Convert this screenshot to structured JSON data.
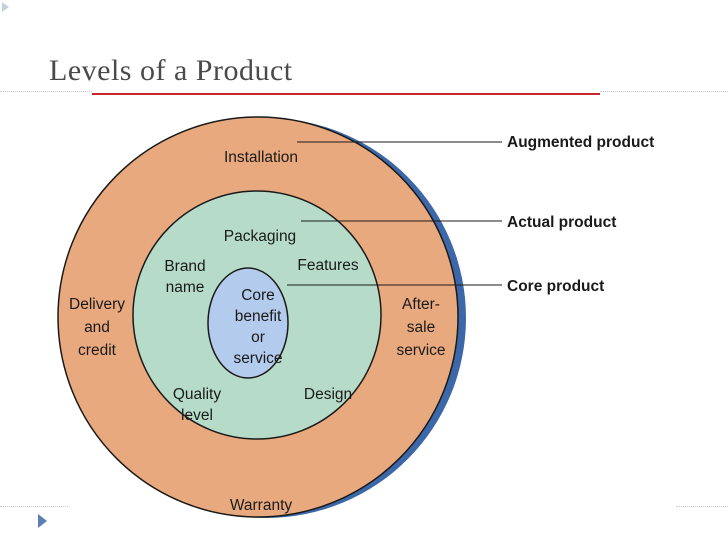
{
  "slide": {
    "title": "Levels of a Product"
  },
  "diagram": {
    "outer_ring": {
      "labels": {
        "top": "Installation",
        "left": [
          "Delivery",
          "and",
          "credit"
        ],
        "right": [
          "After-",
          "sale",
          "service"
        ],
        "bottom": "Warranty"
      }
    },
    "middle_ring": {
      "labels": {
        "top": "Packaging",
        "upper_left": [
          "Brand",
          "name"
        ],
        "upper_right": "Features",
        "lower_left": [
          "Quality",
          "level"
        ],
        "lower_right": "Design"
      }
    },
    "core": {
      "label": [
        "Core",
        "benefit",
        "or",
        "service"
      ]
    },
    "callouts": {
      "augmented": "Augmented product",
      "actual": "Actual product",
      "core": "Core product"
    },
    "colors": {
      "outer_fill": "#e9a97e",
      "middle_fill": "#b6dcc9",
      "core_fill": "#b3cbec",
      "shadow": "#3c67a8",
      "title": "#4a4a4a",
      "accent_rule": "#c8242b"
    }
  }
}
